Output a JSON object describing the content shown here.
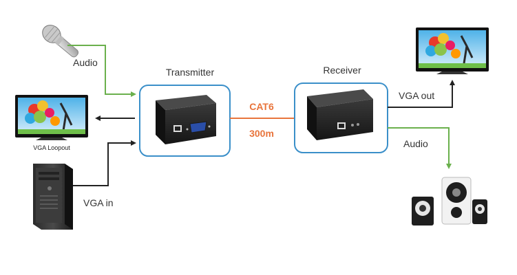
{
  "labels": {
    "audio_in": "Audio",
    "transmitter": "Transmitter",
    "receiver": "Receiver",
    "vga_loopout": "VGA Loopout",
    "vga_in": "VGA in",
    "cable_type": "CAT6",
    "distance": "300m",
    "vga_out": "VGA out",
    "audio_out": "Audio"
  },
  "colors": {
    "device_border": "#3a8fc9",
    "cable": "#e8743b",
    "cable_text": "#e8743b",
    "audio_line": "#6ab04c",
    "video_line": "#222222"
  },
  "icons": [
    "microphone-icon",
    "tv-icon",
    "computer-tower-icon",
    "speakers-icon",
    "transmitter-device-icon",
    "receiver-device-icon"
  ]
}
